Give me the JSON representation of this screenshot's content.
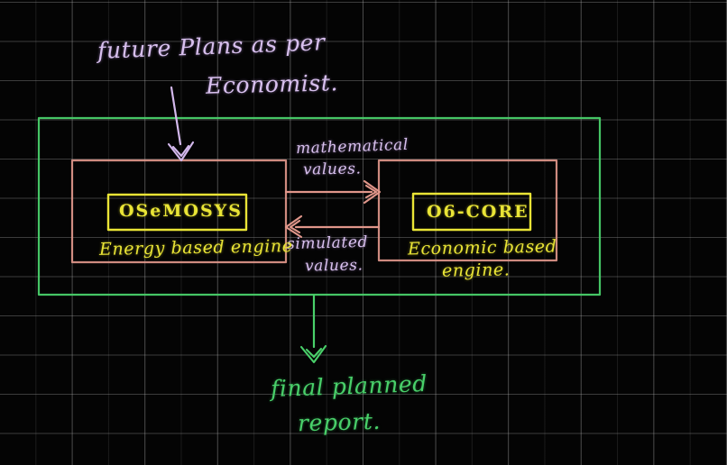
{
  "board": {
    "background_color": "#040404",
    "grid_color": "#bebebe"
  },
  "annotations": {
    "title_line1": "future Plans as per",
    "title_line2": "Economist.",
    "title_color": "#d8c0ee",
    "mathematical_line1": "mathematical",
    "mathematical_line2": "values.",
    "simulated_line1": "simulated",
    "simulated_line2": "values.",
    "report_line1": "final planned",
    "report_line2": "report.",
    "report_color": "#49d06a"
  },
  "outer_container": {
    "name": "system-boundary",
    "color": "#49d06a"
  },
  "left_module": {
    "box_color": "#e79b8c",
    "title": "OSeMOSYS",
    "title_box_color": "#e9e436",
    "caption": "Energy based engine"
  },
  "right_module": {
    "box_color": "#e79b8c",
    "title": "O6-CORE",
    "title_box_color": "#e9e436",
    "caption_line1": "Economic based",
    "caption_line2": "engine."
  },
  "connectors": {
    "top_arrow_direction": "right",
    "bottom_arrow_direction": "left",
    "connector_color": "#e79b8c",
    "title_arrow_color": "#d8c0ee",
    "output_arrow_color": "#49d06a"
  }
}
